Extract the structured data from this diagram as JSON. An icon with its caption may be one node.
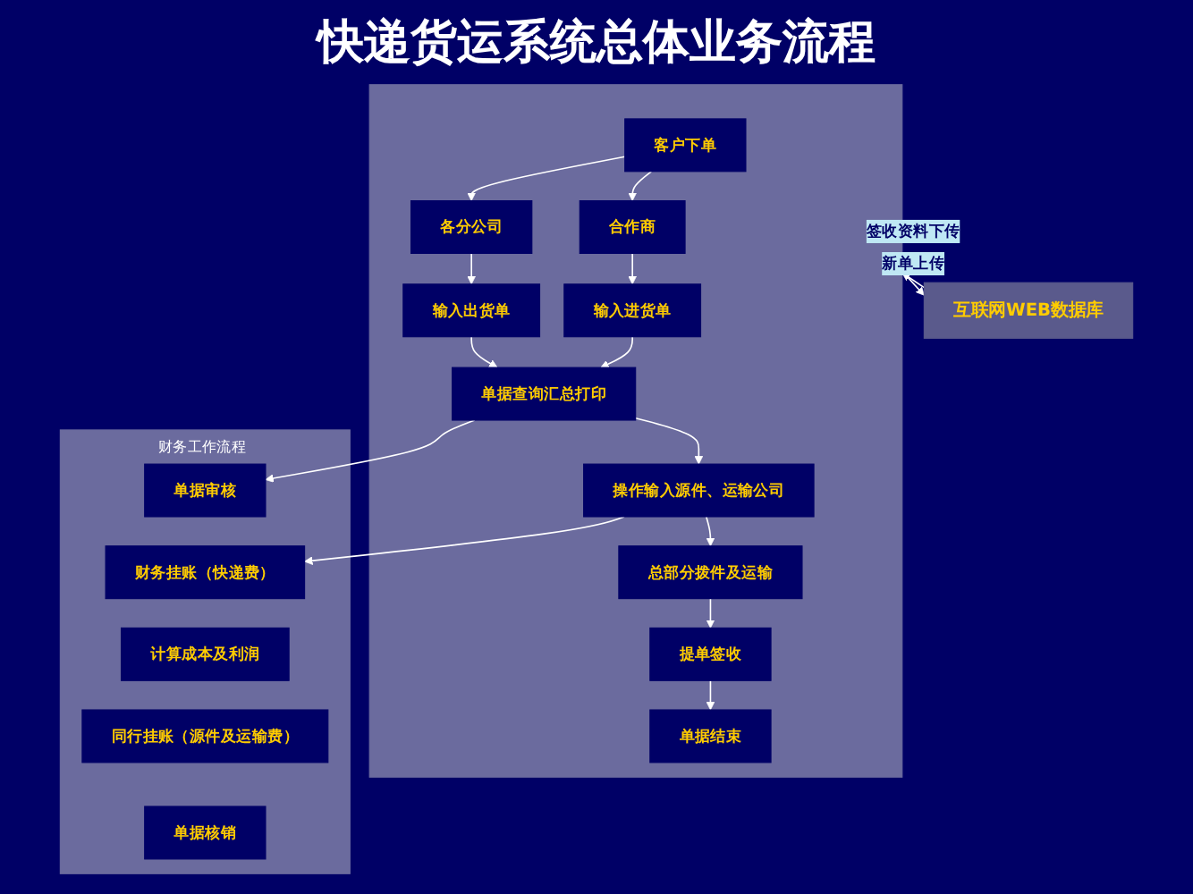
{
  "diagram": {
    "title": "快递货运系统总体业务流程",
    "nodes": [
      {
        "text": [],
        "shape": "box"
      },
      {
        "text": [
          "客户下单"
        ],
        "in": 0
      },
      {
        "text": [
          "各分公司"
        ],
        "in": 0
      },
      {
        "text": [
          "合作商"
        ],
        "in": 0
      },
      {
        "text": [
          "输入出货单"
        ],
        "in": 0
      },
      {
        "text": [
          "输入进货单"
        ],
        "in": 0
      },
      {
        "text": [
          "单据查询汇总打印"
        ],
        "in": 0
      },
      {
        "text": [
          "操作输入源件、运输公司"
        ],
        "in": 0
      },
      {
        "text": [
          "总部分拨件及运输"
        ],
        "in": 0
      },
      {
        "text": [
          "提单签收"
        ],
        "in": 0
      },
      {
        "text": [
          "单据结束"
        ],
        "in": 0
      },
      {
        "text": [
          "互联网WEB数据库"
        ]
      },
      {
        "text": [
          "财务工作流程"
        ]
      },
      {
        "text": [
          "单据审核"
        ],
        "in": 12
      },
      {
        "text": [
          "财务挂账（快递费）"
        ],
        "in": 12
      },
      {
        "text": [
          "计算成本及利润"
        ],
        "in": 12
      },
      {
        "text": [
          "同行挂账（源件及运输费）"
        ],
        "in": 12
      },
      {
        "text": [
          "单据核销"
        ],
        "in": 12
      }
    ],
    "edges": [
      {
        "from": 1,
        "to": 2,
        "arrow": "to"
      },
      {
        "from": 1,
        "to": 3,
        "arrow": "to"
      },
      {
        "from": 2,
        "to": 4,
        "arrow": "to"
      },
      {
        "from": 3,
        "to": 5,
        "arrow": "to"
      },
      {
        "from": 4,
        "to": 6,
        "arrow": "to"
      },
      {
        "from": 5,
        "to": 6,
        "arrow": "to"
      },
      {
        "from": 6,
        "to": 7,
        "arrow": "to"
      },
      {
        "from": 7,
        "to": 8,
        "arrow": "to"
      },
      {
        "from": 8,
        "to": 9,
        "arrow": "to"
      },
      {
        "from": 9,
        "to": 10,
        "arrow": "to"
      },
      {
        "from": 0,
        "to": 11,
        "arrow": "to",
        "label": "新单上传"
      },
      {
        "from": 11,
        "to": 0,
        "arrow": "to",
        "label": "签收资料下传"
      },
      {
        "from": 6,
        "to": 13,
        "arrow": "to"
      },
      {
        "from": 7,
        "to": 14,
        "arrow": "to"
      }
    ]
  }
}
